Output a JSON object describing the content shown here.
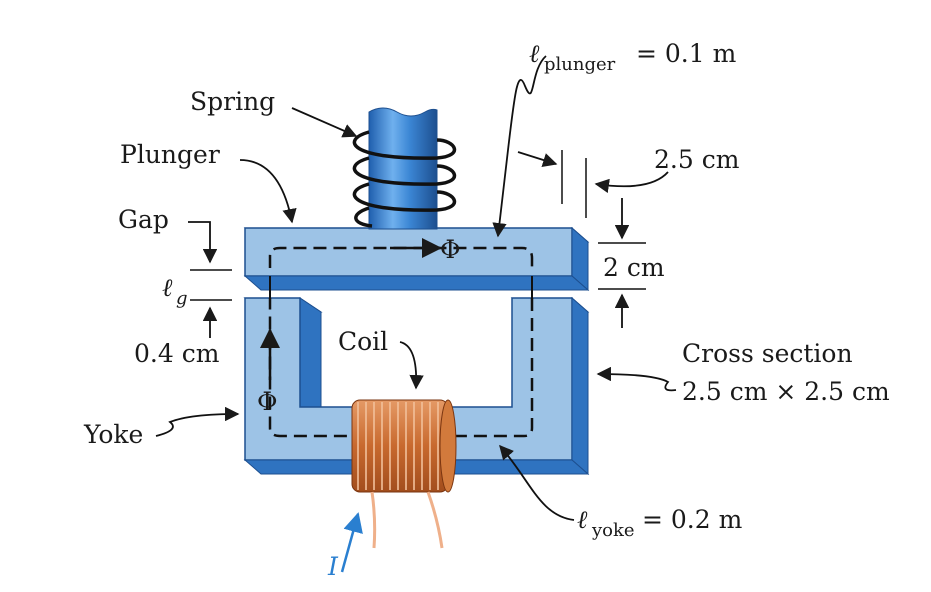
{
  "labels": {
    "spring": "Spring",
    "plunger": "Plunger",
    "gap": "Gap",
    "gap_symbol": "ℓ",
    "gap_subscript": "g",
    "gap_length": "0.4 cm",
    "coil": "Coil",
    "yoke": "Yoke",
    "flux": "Φ",
    "current": "I",
    "plunger_length_symbol": "ℓ",
    "plunger_length_subscript": "plunger",
    "plunger_length_value": "= 0.1 m",
    "yoke_length_symbol": "ℓ",
    "yoke_length_subscript": "yoke",
    "yoke_length_value": "= 0.2 m",
    "depth_dim": "2.5 cm",
    "thickness_dim": "2 cm",
    "cross_section_title": "Cross section",
    "cross_section_value": "2.5 cm × 2.5 cm"
  },
  "colors": {
    "core_face": "#9dc3e6",
    "core_side": "#2f73c0",
    "core_edge": "#1d4f8f",
    "rod": "#3b86d4",
    "coil": "#c8692e",
    "lead": "#efb08a",
    "current_arrow": "#2a7fd0",
    "text": "#1a1a1a"
  }
}
